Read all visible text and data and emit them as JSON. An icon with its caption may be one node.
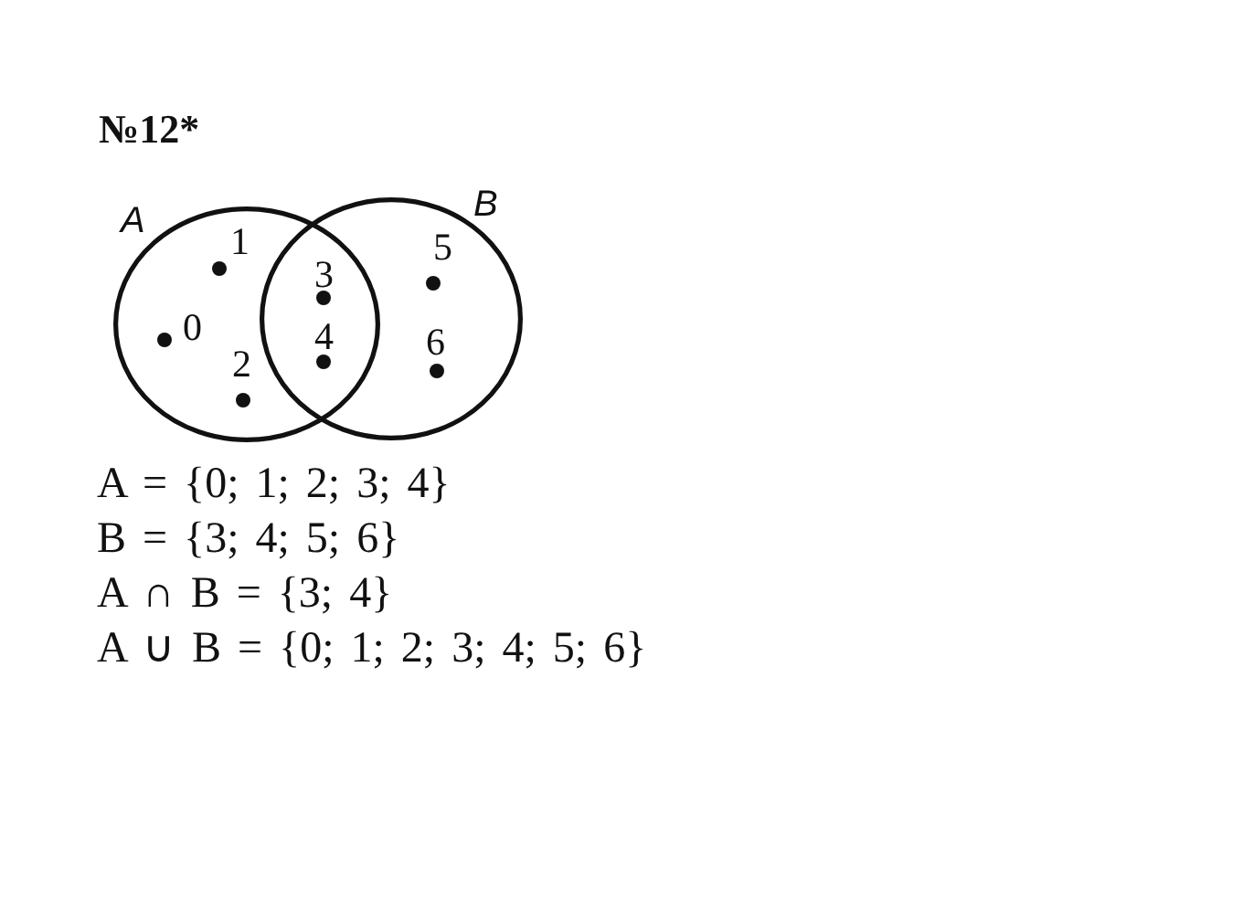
{
  "diagram": {
    "title": "№12*",
    "nodes": [
      {
        "text": [
          "A"
        ]
      },
      {
        "text": [
          "B"
        ]
      },
      {
        "text": [
          "1"
        ],
        "in": 0
      },
      {
        "text": [
          "5"
        ],
        "in": 1
      },
      {
        "text": [
          "3"
        ]
      },
      {
        "text": [
          "0"
        ],
        "in": 0
      },
      {
        "text": [
          "4"
        ]
      },
      {
        "text": [
          "6"
        ],
        "in": 1
      },
      {
        "text": [
          "2"
        ],
        "in": 0
      }
    ],
    "labels": [
      "A = {0; 1; 2; 3; 4}",
      "B = {3; 4; 5; 6}",
      "A ∩ B = {3; 4}",
      "A ∪ B = {0; 1; 2; 3; 4; 5; 6}"
    ]
  }
}
